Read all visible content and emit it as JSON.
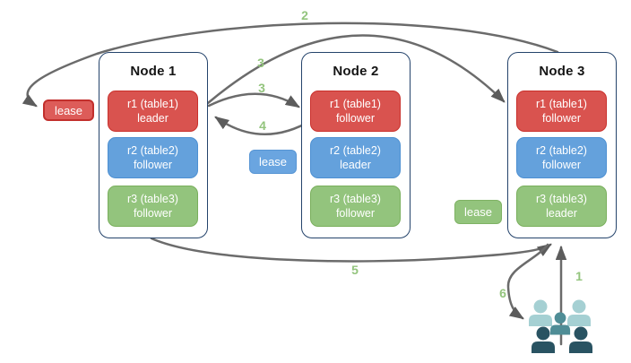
{
  "nodes": [
    {
      "title": "Node 1",
      "replicas": [
        {
          "name": "r1 (table1)",
          "role": "leader",
          "color": "#d9534f"
        },
        {
          "name": "r2 (table2)",
          "role": "follower",
          "color": "#64a1dc"
        },
        {
          "name": "r3 (table3)",
          "role": "follower",
          "color": "#93c47d"
        }
      ]
    },
    {
      "title": "Node 2",
      "replicas": [
        {
          "name": "r1 (table1)",
          "role": "follower",
          "color": "#d9534f"
        },
        {
          "name": "r2 (table2)",
          "role": "leader",
          "color": "#64a1dc"
        },
        {
          "name": "r3 (table3)",
          "role": "follower",
          "color": "#93c47d"
        }
      ]
    },
    {
      "title": "Node 3",
      "replicas": [
        {
          "name": "r1 (table1)",
          "role": "follower",
          "color": "#d9534f"
        },
        {
          "name": "r2 (table2)",
          "role": "follower",
          "color": "#64a1dc"
        },
        {
          "name": "r3 (table3)",
          "role": "leader",
          "color": "#93c47d"
        }
      ]
    }
  ],
  "leases": [
    {
      "label": "lease",
      "color": "#dd5c59"
    },
    {
      "label": "lease",
      "color": "#6aa5e0"
    },
    {
      "label": "lease",
      "color": "#93c47d"
    }
  ],
  "steps": [
    "1",
    "2",
    "3",
    "3",
    "4",
    "5",
    "6"
  ],
  "icons": {
    "users": "users-group-icon"
  },
  "colors": {
    "arrow": "#6b6b6b",
    "arrowhead": "#5c5c5c",
    "step_label": "#93c47d",
    "node_border": "#24436b",
    "users_light": "#a5d0d3",
    "users_medium": "#4f8d96",
    "users_dark": "#295362"
  }
}
